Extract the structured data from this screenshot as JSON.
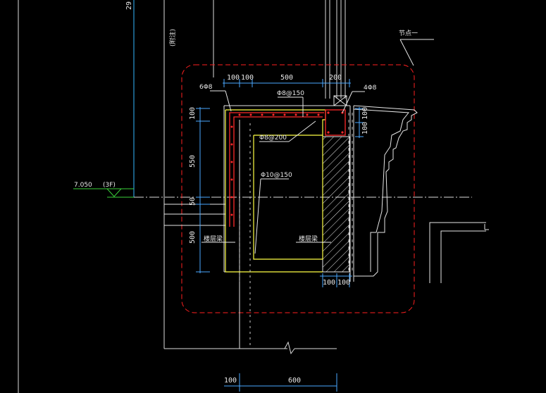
{
  "drawing": {
    "callout_label": "节点一",
    "elevation": {
      "value": "7.050",
      "floor": "(3F)"
    },
    "top_clipped_number": "29",
    "rotated_small_label": "(附注)"
  },
  "dimensions": {
    "top": [
      "100",
      "100",
      "500",
      "200"
    ],
    "left": [
      "100",
      "550",
      "50",
      "500"
    ],
    "right": [
      "100",
      "100"
    ],
    "bottom_small": [
      "100",
      "100"
    ],
    "base": [
      "100",
      "600"
    ]
  },
  "rebar": {
    "left_corner": "6Φ8",
    "top_stirrup": "Φ8@150",
    "right_corner": "4Φ8",
    "inner": "Φ8@200",
    "vertical": "Φ10@150"
  },
  "notes": {
    "left_note": "楼层梁",
    "right_note": "楼层梁"
  },
  "colors": {
    "background": "#000000",
    "lines": "#e6e6e6",
    "yellow": "#ffff44",
    "red": "#ff2a2a",
    "cyan": "#35b8ff",
    "green": "#3ad13a",
    "dashed_boundary": "#ff2020"
  }
}
